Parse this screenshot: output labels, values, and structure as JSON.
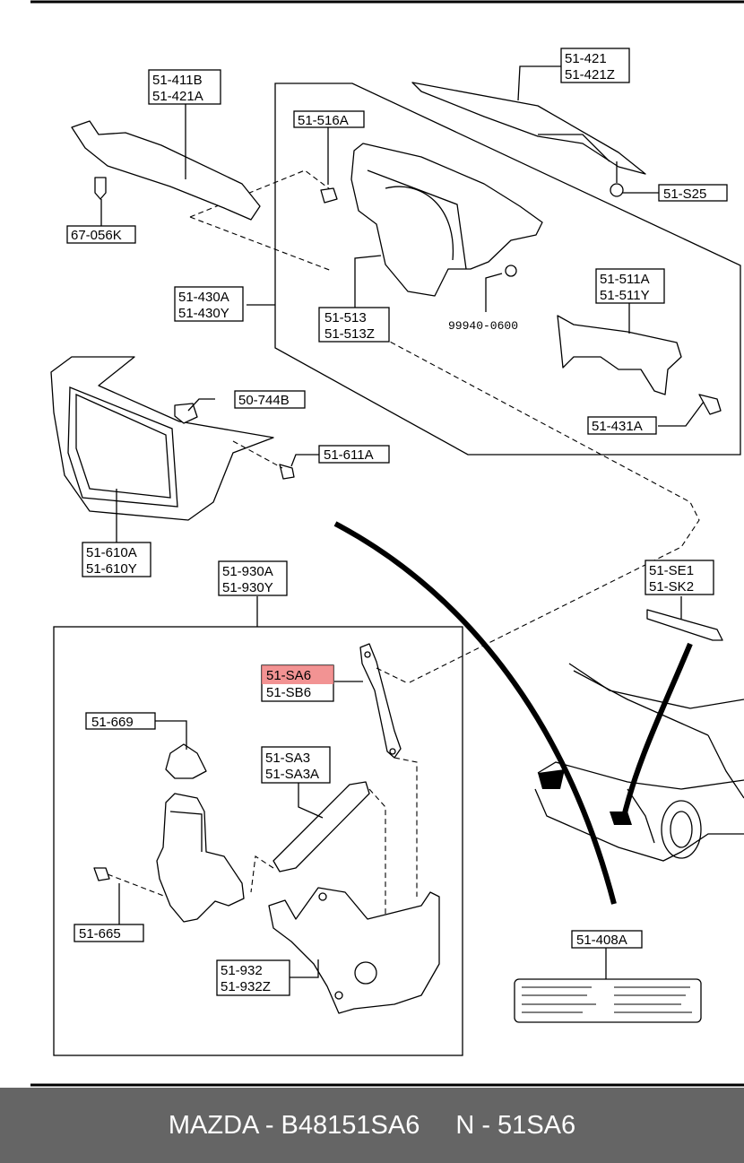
{
  "labels": {
    "l_51411B": "51-411B",
    "l_51421A": "51-421A",
    "l_51421": "51-421",
    "l_51421Z": "51-421Z",
    "l_51516A": "51-516A",
    "l_51S25": "51-S25",
    "l_67056K": "67-056K",
    "l_51430A": "51-430A",
    "l_51430Y": "51-430Y",
    "l_51513": "51-513",
    "l_51513Z": "51-513Z",
    "l_99940": "99940-0600",
    "l_51511A": "51-511A",
    "l_51511Y": "51-511Y",
    "l_50744B": "50-744B",
    "l_51611A": "51-611A",
    "l_51431A": "51-431A",
    "l_51610A": "51-610A",
    "l_51610Y": "51-610Y",
    "l_51930A": "51-930A",
    "l_51930Y": "51-930Y",
    "l_51SE1": "51-SE1",
    "l_51SK2": "51-SK2",
    "l_51SA6": "51-SA6",
    "l_51SB6": "51-SB6",
    "l_51669": "51-669",
    "l_51SA3": "51-SA3",
    "l_51SA3A": "51-SA3A",
    "l_51665": "51-665",
    "l_51932": "51-932",
    "l_51932Z": "51-932Z",
    "l_51408A": "51-408A"
  },
  "highlight_color": "#f08080",
  "footer": {
    "part_number": "MAZDA - B48151SA6",
    "code": "N - 51SA6"
  }
}
